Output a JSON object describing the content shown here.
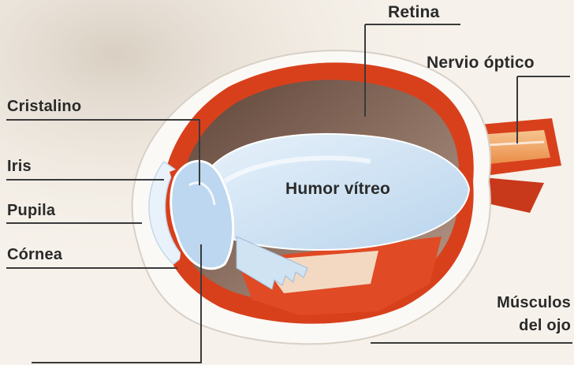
{
  "labels": {
    "retina": "Retina",
    "optic_nerve": "Nervio óptico",
    "lens": "Cristalino",
    "iris": "Iris",
    "pupil": "Pupila",
    "cornea": "Córnea",
    "vitreous": "Humor vítreo",
    "muscles_line1": "Músculos",
    "muscles_line2": "del ojo"
  },
  "colors": {
    "background": "#f6f1ea",
    "sclera": "#fbf9f6",
    "choroid_red": "#d8401c",
    "retina_brown": "#8a6a5a",
    "vitreous_blue": "#cfe3f3",
    "lens_blue": "#bcd7ef",
    "nerve_orange": "#f0a060",
    "leader_line": "#3a3a3a"
  }
}
